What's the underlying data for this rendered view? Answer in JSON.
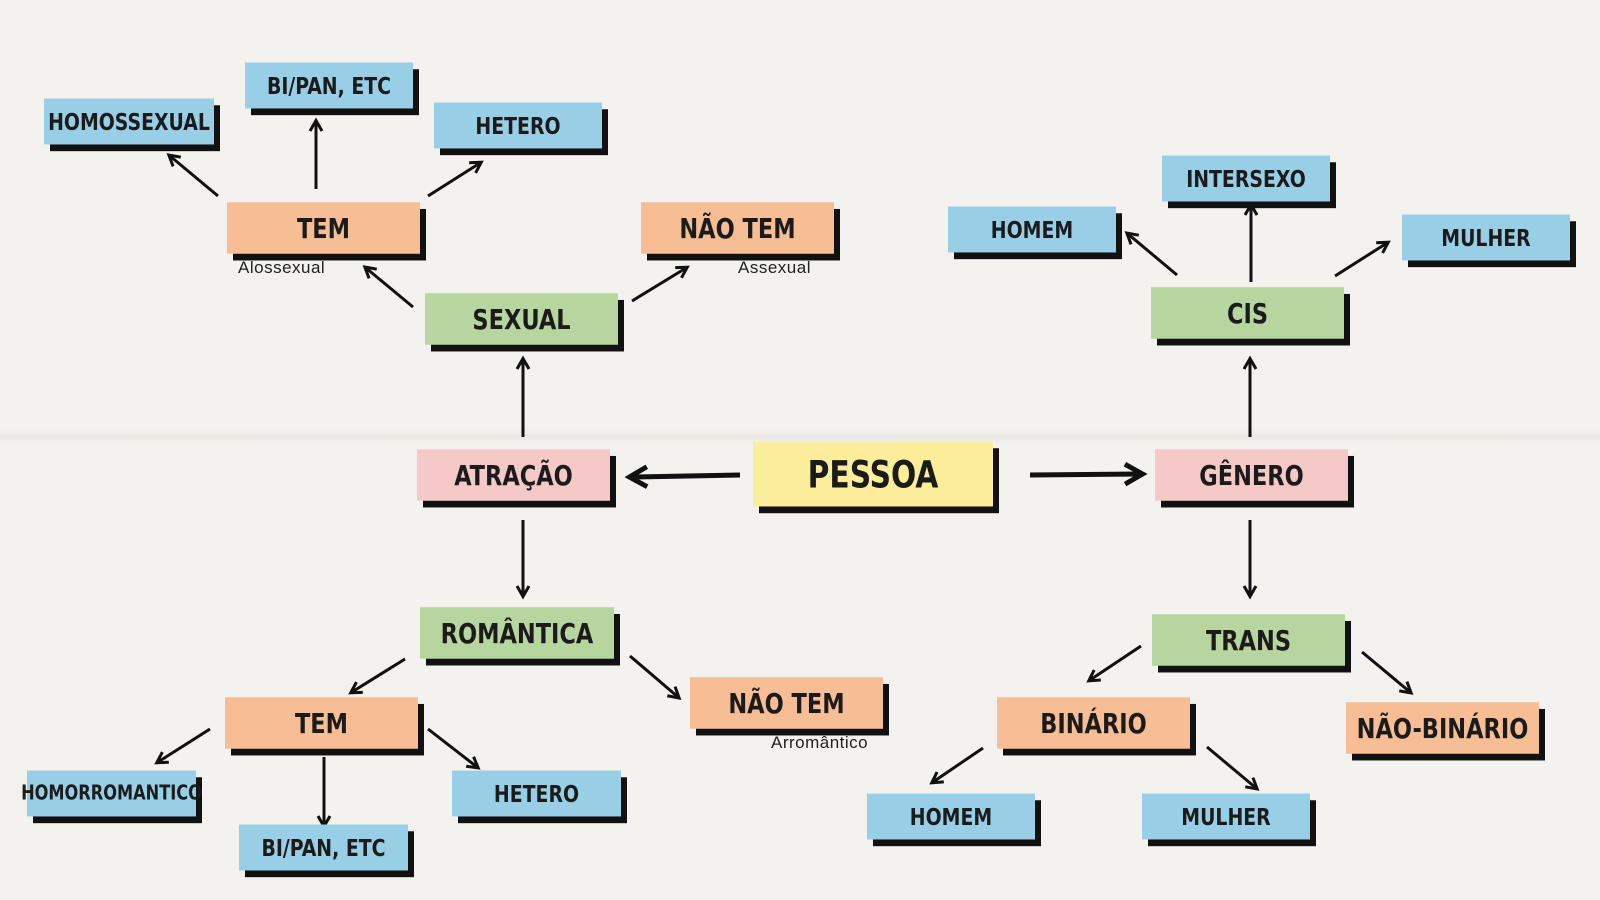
{
  "colors": {
    "background": "#f4f2ef",
    "leaf_blue": "#98cfe7",
    "peach": "#f7bd95",
    "green": "#b7d59e",
    "pink": "#f6c9c9",
    "center_yellow": "#fbee9a",
    "shadow": "#111111"
  },
  "center": {
    "label": "PESSOA"
  },
  "attraction": {
    "label": "ATRAÇÃO",
    "sexual": {
      "label": "SEXUAL",
      "tem": {
        "label": "TEM",
        "note": "Alossexual",
        "children": [
          "HOMOSSEXUAL",
          "BI/PAN, ETC",
          "HETERO"
        ]
      },
      "nao_tem": {
        "label": "NÃO TEM",
        "note": "Assexual"
      }
    },
    "romantica": {
      "label": "ROMÂNTICA",
      "tem": {
        "label": "TEM",
        "children": [
          "HOMORROMANTICO",
          "BI/PAN, ETC",
          "HETERO"
        ]
      },
      "nao_tem": {
        "label": "NÃO TEM",
        "note": "Arromântico"
      }
    }
  },
  "genero": {
    "label": "GÊNERO",
    "cis": {
      "label": "CIS",
      "children": [
        "HOMEM",
        "INTERSEXO",
        "MULHER"
      ]
    },
    "trans": {
      "label": "TRANS",
      "binario": {
        "label": "BINÁRIO",
        "children": [
          "HOMEM",
          "MULHER"
        ]
      },
      "nao_binario": {
        "label": "NÃO-BINÁRIO"
      }
    }
  }
}
